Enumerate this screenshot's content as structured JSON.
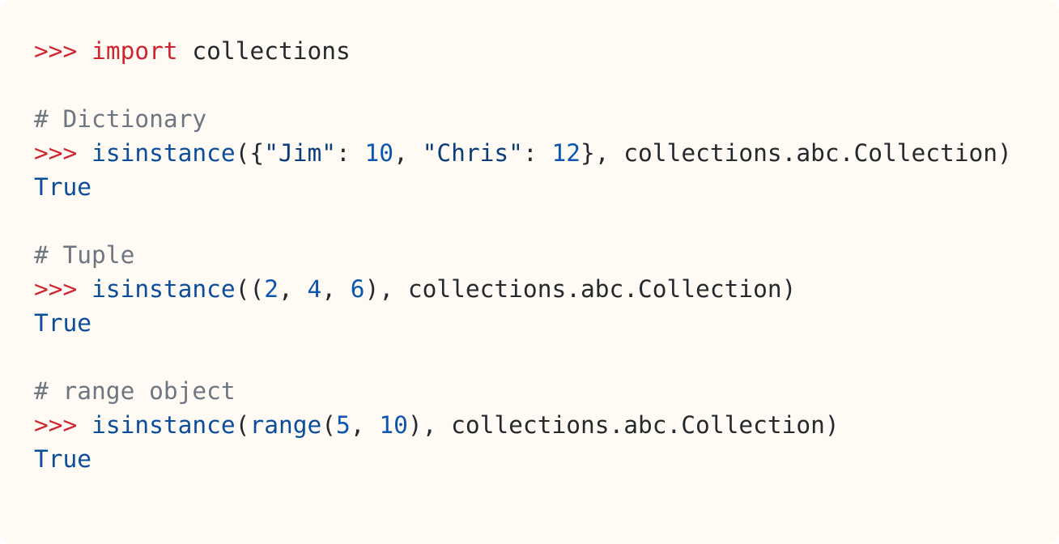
{
  "code": {
    "prompt": ">>>",
    "import_line": {
      "keyword": "import",
      "module": "collections"
    },
    "sections": [
      {
        "comment": "# Dictionary",
        "call": {
          "func": "isinstance",
          "open": "({",
          "key1": "\"Jim\"",
          "sep1": ": ",
          "val1": "10",
          "comma1": ", ",
          "key2": "\"Chris\"",
          "sep2": ": ",
          "val2": "12",
          "close": "}, collections.abc.Collection)"
        },
        "output": "True"
      },
      {
        "comment": "# Tuple",
        "call": {
          "func": "isinstance",
          "open": "((",
          "n1": "2",
          "c1": ", ",
          "n2": "4",
          "c2": ", ",
          "n3": "6",
          "close": "), collections.abc.Collection)"
        },
        "output": "True"
      },
      {
        "comment": "# range object",
        "call": {
          "func": "isinstance",
          "open": "(",
          "inner_func": "range",
          "inner_open": "(",
          "n1": "5",
          "c1": ", ",
          "n2": "10",
          "close": "), collections.abc.Collection)"
        },
        "output": "True"
      }
    ]
  }
}
